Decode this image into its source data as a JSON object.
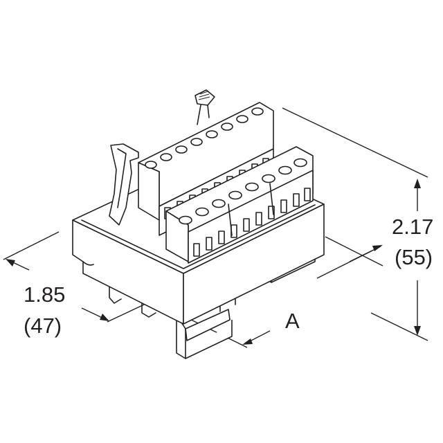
{
  "drawing": {
    "subject": "DIN-rail terminal block interface module",
    "line_color": "#231f20",
    "background": "#ffffff"
  },
  "dimensions": {
    "height": {
      "inches": "2.17",
      "mm": "(55)"
    },
    "depth": {
      "inches": "1.85",
      "mm": "(47)"
    },
    "width": {
      "label": "A"
    }
  }
}
